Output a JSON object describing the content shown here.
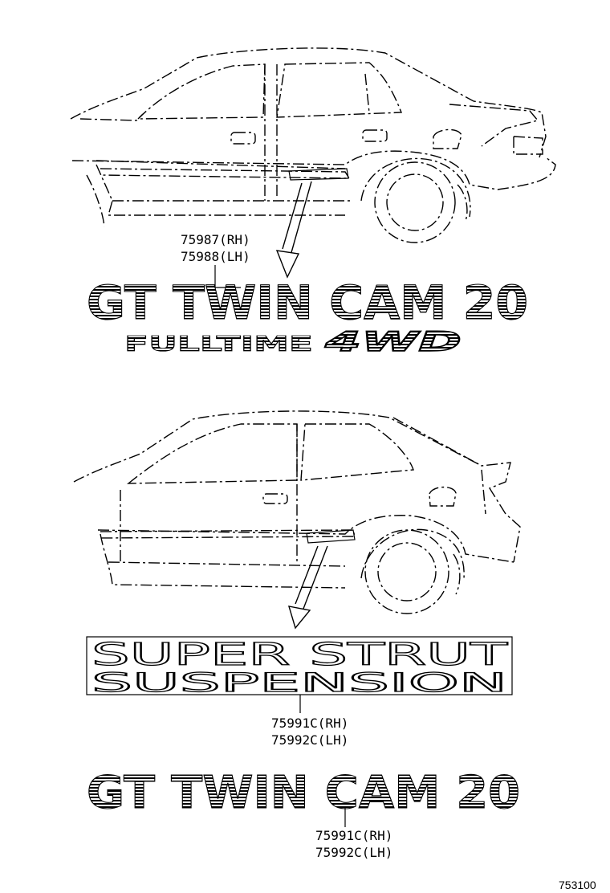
{
  "diagram": {
    "sedan": {
      "parts": [
        "75987(RH)",
        "75988(LH)"
      ],
      "emblem_main": "GT TWIN CAM 20",
      "emblem_sub_text": "FULLTIME",
      "emblem_sub_logo": "4WD"
    },
    "hatchback": {
      "decal_line1": "SUPER STRUT",
      "decal_line2": "SUSPENSION",
      "decal_parts": [
        "75991C(RH)",
        "75992C(LH)"
      ],
      "emblem_main": "GT TWIN CAM 20",
      "emblem_parts": [
        "75991C(RH)",
        "75992C(LH)"
      ]
    },
    "figure_code": "753100"
  }
}
